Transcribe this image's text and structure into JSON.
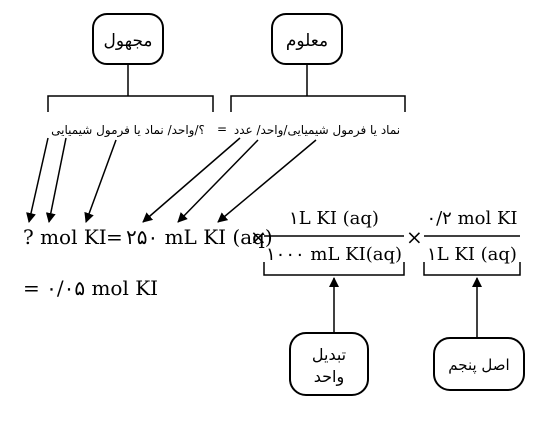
{
  "boxes": {
    "unknown": "مجهول",
    "known": "معلوم",
    "unit_conversion_line1": "تبدیل",
    "unit_conversion_line2": "واحد",
    "fifth_principle": "اصل پنجم"
  },
  "captions": {
    "unknown_caption": "؟/واحد/ نماد یا فرمول شیمیایی",
    "equals_sign": "=",
    "known_caption": "نماد یا فرمول شیمیایی/واحد/ عدد"
  },
  "equation": {
    "lhs": "? mol KI",
    "equals": "=",
    "given": "۲۵۰ mL KI (aq)",
    "times1": "×",
    "frac1_num": "۱L KI (aq)",
    "frac1_den": "۱۰۰۰ mL KI(aq)",
    "times2": "×",
    "frac2_num": "۰/۲ mol KI",
    "frac2_den": "۱L KI (aq)",
    "result": "= ۰/۰۵ mol KI"
  }
}
